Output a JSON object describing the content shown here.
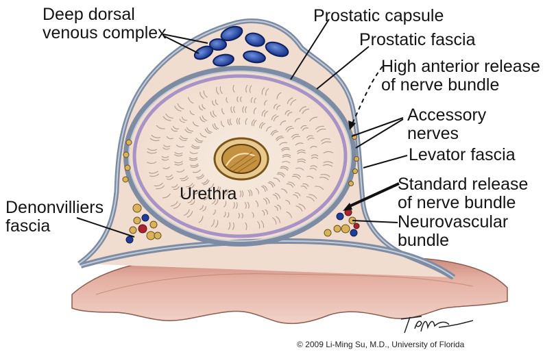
{
  "labels": {
    "deep_dorsal": [
      "Deep dorsal",
      "venous complex"
    ],
    "prostatic_capsule": "Prostatic capsule",
    "prostatic_fascia": "Prostatic fascia",
    "high_anterior": [
      "High anterior release",
      "of nerve bundle"
    ],
    "accessory_nerves": [
      "Accessory",
      "nerves"
    ],
    "levator_fascia": "Levator fascia",
    "standard_release": [
      "Standard release",
      "of nerve bundle"
    ],
    "neurovascular_bundle": [
      "Neurovascular",
      "bundle"
    ],
    "denonvilliers": [
      "Denonvilliers",
      "fascia"
    ],
    "urethra": "Urethra"
  },
  "signature": "T. Phelps",
  "copyright": "© 2009 Li-Ming Su, M.D., University of Florida",
  "colors": {
    "prostate": "#f3e2d6",
    "capsule_lavender": "#a793c6",
    "fascia": "#8e9cb0",
    "vein_blue": "#1f3d9a",
    "rectum": "#e0a898",
    "urethra": "#c89a4a"
  }
}
